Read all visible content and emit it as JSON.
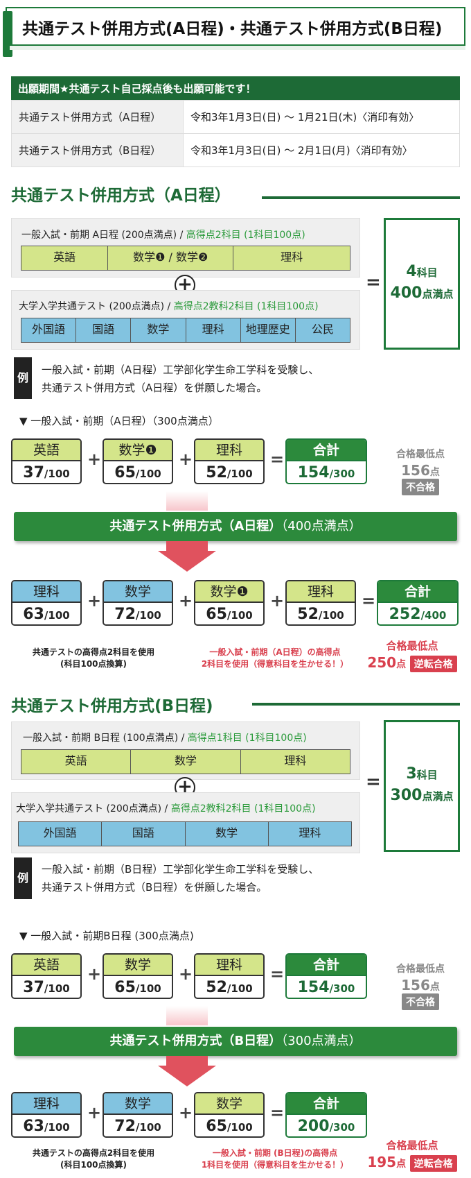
{
  "header": {
    "title": "共通テスト併用方式(A日程)・共通テスト併用方式(B日程)"
  },
  "period": {
    "heading": "出願期間★共通テスト自己採点後も出願可能です！",
    "rows": [
      {
        "label": "共通テスト併用方式（A日程）",
        "value": "令和3年1月3日(日) 〜 1月21日(木)〈消印有効〉"
      },
      {
        "label": "共通テスト併用方式（B日程）",
        "value": "令和3年1月3日(日) 〜 2月1日(月)〈消印有効〉"
      }
    ]
  },
  "secA": {
    "heading": "共通テスト併用方式（A日程）",
    "panel1": {
      "title": "一般入試・前期 A日程 (200点満点) / ",
      "title_g": "高得点2科目 (1科目100点)",
      "subjects": [
        "英語",
        "数学❶ / 数学❷",
        "理科"
      ]
    },
    "panel2": {
      "title": "大学入学共通テスト (200点満点) / ",
      "title_g": "高得点2教科2科目 (1科目100点)",
      "subjects": [
        "外国語",
        "国語",
        "数学",
        "理科",
        "地理歴史",
        "公民"
      ]
    },
    "total": {
      "count": "4",
      "count_unit": "科目",
      "points": "400",
      "points_unit": "点満点"
    },
    "rei": "例",
    "example": [
      "一般入試・前期（A日程）工学部化学生命工学科を受験し、",
      "共通テスト併用方式（A日程）を併願した場合。"
    ],
    "sub_h": "▼ 一般入試・前期（A日程）（300点満点）",
    "calc1": {
      "cards": [
        {
          "t": "英語",
          "v": "37",
          "s": "/100"
        },
        {
          "t": "数学❶",
          "v": "65",
          "s": "/100"
        },
        {
          "t": "理科",
          "v": "52",
          "s": "/100"
        }
      ],
      "total": {
        "t": "合計",
        "v": "154",
        "s": "/300"
      },
      "min_label": "合格最低点",
      "min_v": "156",
      "min_u": "点",
      "badge": "不合格"
    },
    "banner": {
      "b": "共通テスト併用方式（A日程）",
      "n": "（400点満点）"
    },
    "calc2": {
      "cards": [
        {
          "t": "理科",
          "v": "63",
          "s": "/100"
        },
        {
          "t": "数学",
          "v": "72",
          "s": "/100"
        },
        {
          "t": "数学❶",
          "v": "65",
          "s": "/100"
        },
        {
          "t": "理科",
          "v": "52",
          "s": "/100"
        }
      ],
      "total": {
        "t": "合計",
        "v": "252",
        "s": "/400"
      },
      "min_label": "合格最低点",
      "min_v": "250",
      "min_u": "点",
      "badge": "逆転合格"
    },
    "note1": [
      "共通テストの高得点2科目を使用",
      "(科目100点換算)"
    ],
    "note2": [
      "一般入試・前期（A日程）の高得点",
      "2科目を使用（得意科目を生かせる！）"
    ]
  },
  "secB": {
    "heading": "共通テスト併用方式(B日程)",
    "panel1": {
      "title": "一般入試・前期 B日程 (100点満点) / ",
      "title_g": "高得点1科目 (1科目100点)",
      "subjects": [
        "英語",
        "数学",
        "理科"
      ]
    },
    "panel2": {
      "title": "大学入学共通テスト (200点満点) / ",
      "title_g": "高得点2教科2科目 (1科目100点)",
      "subjects": [
        "外国語",
        "国語",
        "数学",
        "理科"
      ]
    },
    "total": {
      "count": "3",
      "count_unit": "科目",
      "points": "300",
      "points_unit": "点満点"
    },
    "rei": "例",
    "example": [
      "一般入試・前期（B日程）工学部化学生命工学科を受験し、",
      "共通テスト併用方式（B日程）を併願した場合。"
    ],
    "sub_h": "▼ 一般入試・前期B日程 (300点満点)",
    "calc1": {
      "cards": [
        {
          "t": "英語",
          "v": "37",
          "s": "/100"
        },
        {
          "t": "数学",
          "v": "65",
          "s": "/100"
        },
        {
          "t": "理科",
          "v": "52",
          "s": "/100"
        }
      ],
      "total": {
        "t": "合計",
        "v": "154",
        "s": "/300"
      },
      "min_label": "合格最低点",
      "min_v": "156",
      "min_u": "点",
      "badge": "不合格"
    },
    "banner": {
      "b": "共通テスト併用方式（B日程）",
      "n": "（300点満点）"
    },
    "calc2": {
      "cards": [
        {
          "t": "理科",
          "v": "63",
          "s": "/100"
        },
        {
          "t": "数学",
          "v": "72",
          "s": "/100"
        },
        {
          "t": "数学",
          "v": "65",
          "s": "/100"
        }
      ],
      "total": {
        "t": "合計",
        "v": "200",
        "s": "/300"
      },
      "min_label": "合格最低点",
      "min_v": "195",
      "min_u": "点",
      "badge": "逆転合格"
    },
    "note1": [
      "共通テストの高得点2科目を使用",
      "(科目100点換算)"
    ],
    "note2": [
      "一般入試・前期 (B日程)の高得点",
      "1科目を使用（得意科目を生かせる！）"
    ]
  },
  "colors": {
    "green": "#1d6a36",
    "yellowgreen": "#d4e58a",
    "lightblue": "#82c3e0",
    "red": "#d9404e",
    "gray": "#888888"
  }
}
